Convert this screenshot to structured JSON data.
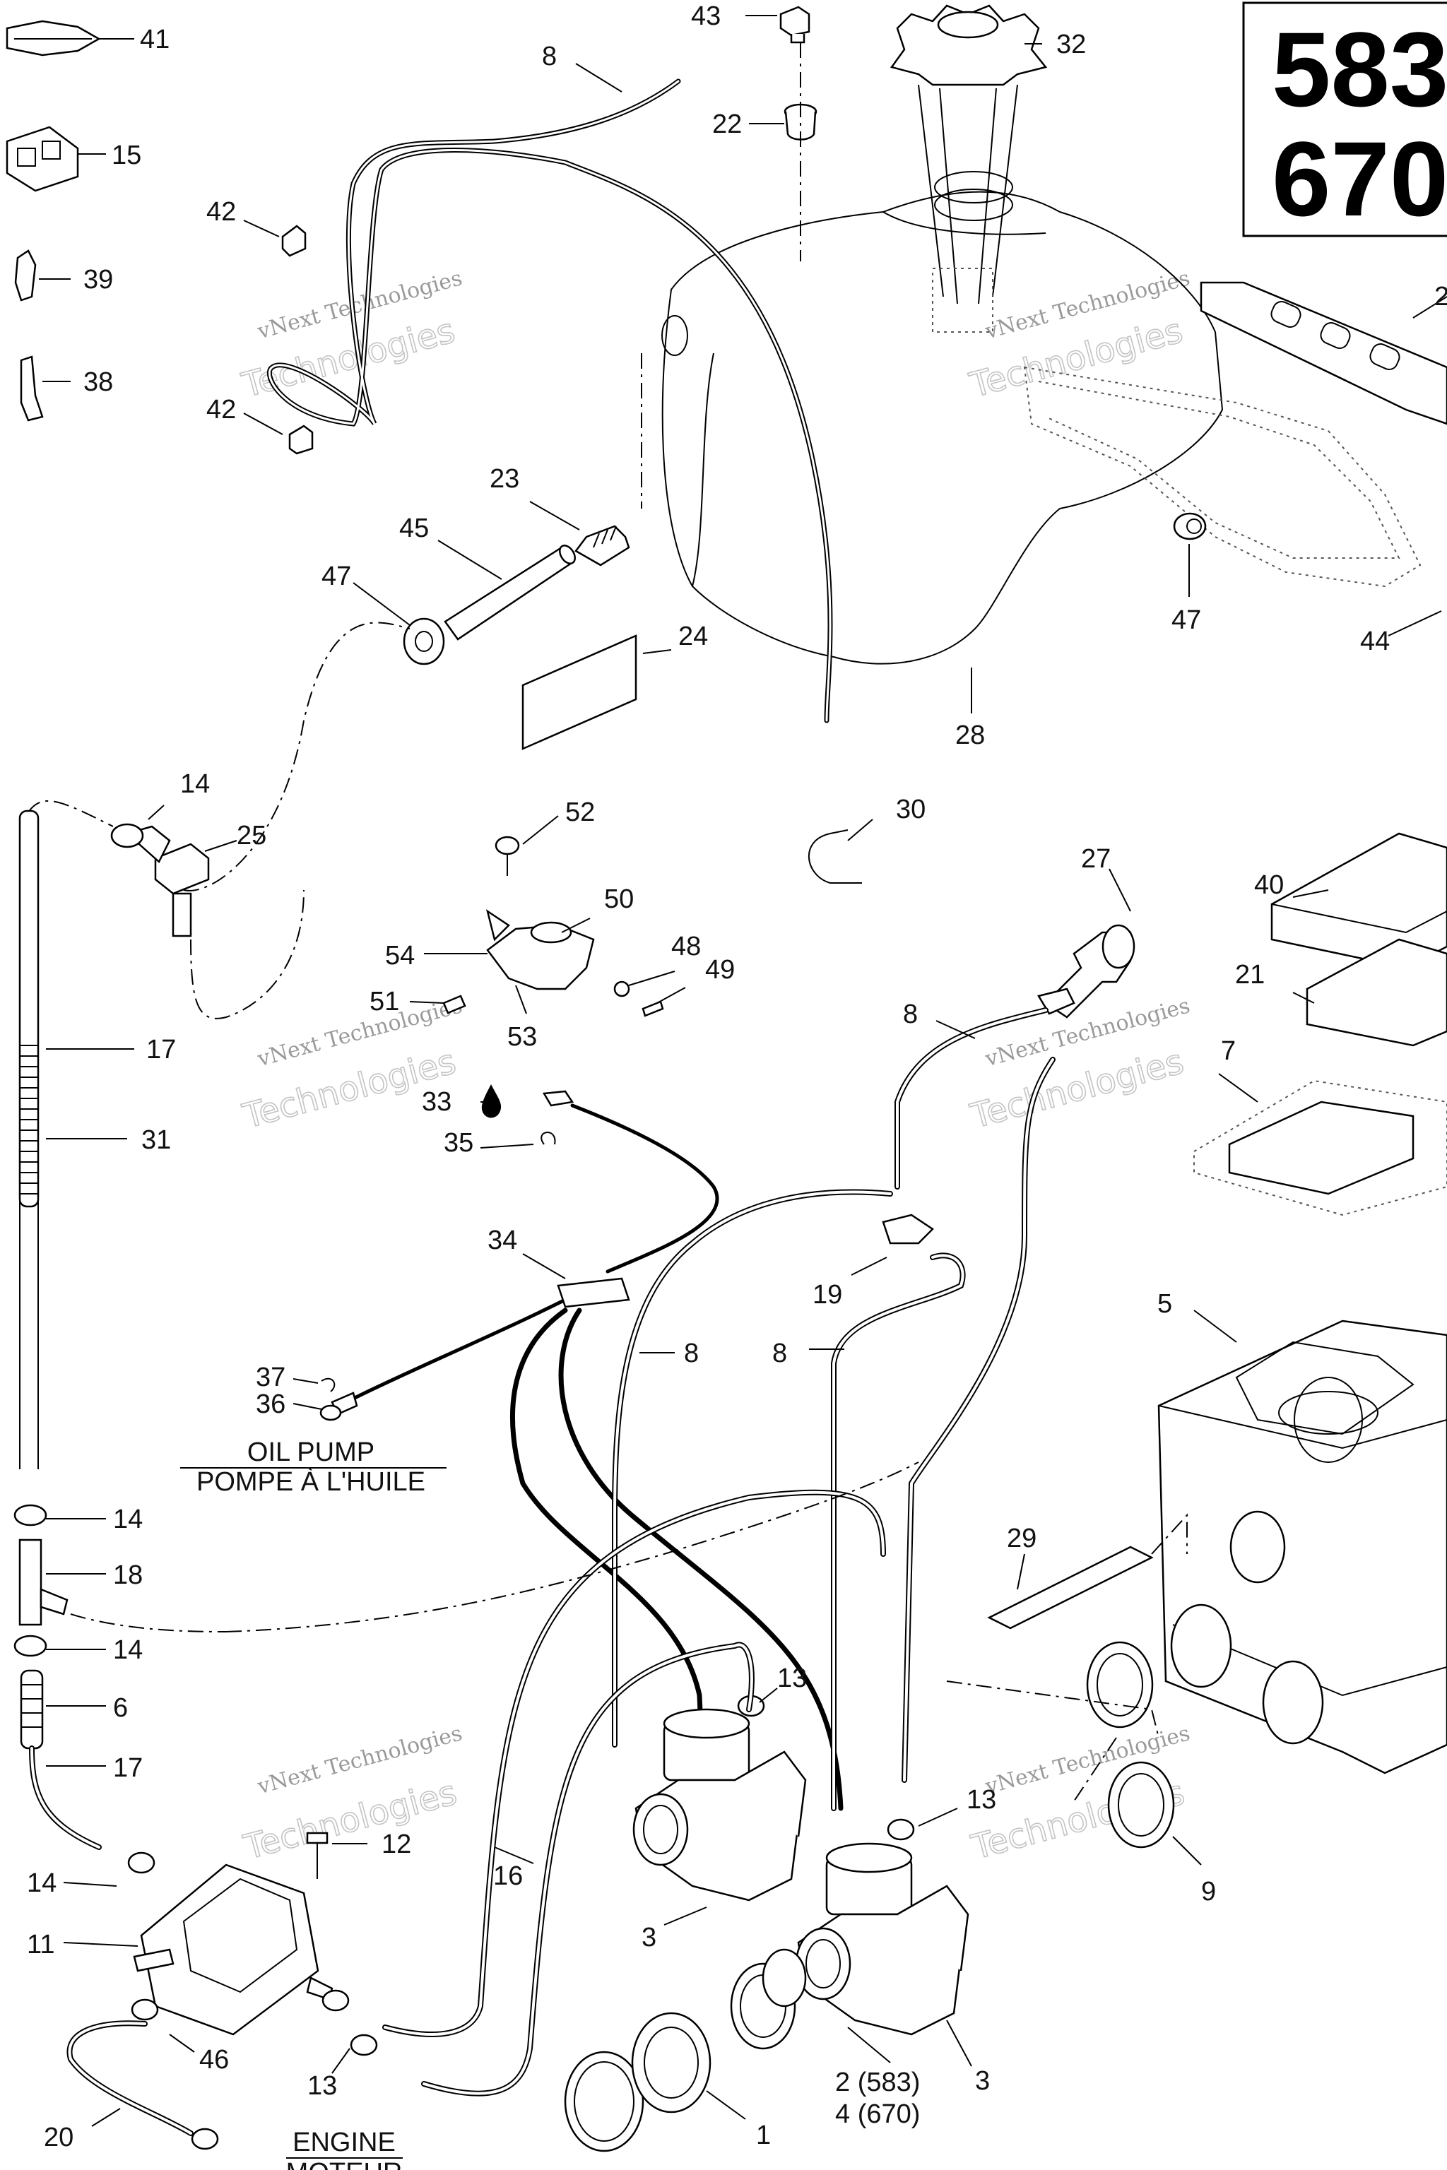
{
  "model_box": {
    "line1": "583",
    "line2": "670"
  },
  "captions": {
    "oil_pump_en": "OIL PUMP",
    "oil_pump_fr": "POMPE À L'HUILE",
    "engine_en": "ENGINE",
    "engine_fr": "MOTEUR"
  },
  "watermark": {
    "line1": "vNext",
    "line2": "Technologies",
    "line3": "vNext Technologies"
  },
  "callouts": {
    "c41": "41",
    "c15": "15",
    "c39": "39",
    "c38": "38",
    "c42a": "42",
    "c42b": "42",
    "c8a": "8",
    "c43": "43",
    "c22": "22",
    "c32": "32",
    "c2": "2",
    "c23": "23",
    "c45": "45",
    "c47a": "47",
    "c47b": "47",
    "c44": "44",
    "c24": "24",
    "c28": "28",
    "c14a": "14",
    "c25": "25",
    "c30": "30",
    "c52": "52",
    "c50": "50",
    "c54": "54",
    "c48": "48",
    "c49": "49",
    "c51": "51",
    "c53": "53",
    "c27": "27",
    "c40": "40",
    "c21": "21",
    "c7": "7",
    "c17a": "17",
    "c8b": "8",
    "c33": "33",
    "c31": "31",
    "c35": "35",
    "c34": "34",
    "c19": "19",
    "c8c": "8",
    "c8d": "8",
    "c5": "5",
    "c37": "37",
    "c36": "36",
    "c29": "29",
    "c14b": "14",
    "c18": "18",
    "c14c": "14",
    "c6": "6",
    "c17b": "17",
    "c13a": "13",
    "c13b": "13",
    "c12": "12",
    "c16": "16",
    "c14d": "14",
    "c11": "11",
    "c3a": "3",
    "c9": "9",
    "c46": "46",
    "c13c": "13",
    "c20": "20",
    "c2_583": "2 (583)",
    "c4_670": "4 (670)",
    "c3b": "3",
    "c1": "1"
  }
}
